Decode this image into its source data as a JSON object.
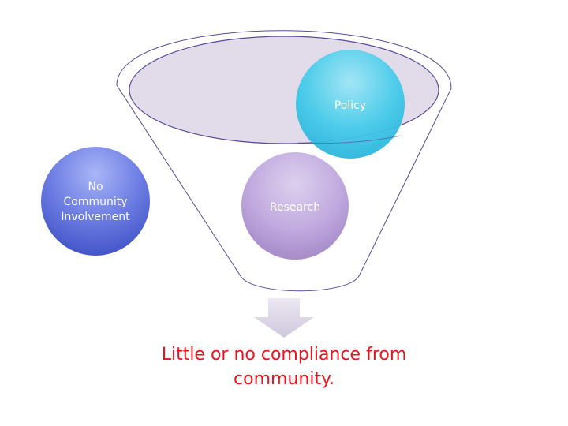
{
  "diagram": {
    "bubbles": {
      "policy": {
        "label": "Policy"
      },
      "research": {
        "label": "Research"
      },
      "no_involvement": {
        "lines": [
          "No",
          "Community",
          "Involvement"
        ]
      }
    },
    "caption": {
      "lines": [
        "Little or no compliance from",
        "community."
      ],
      "color": "#e8141b"
    },
    "colors": {
      "funnel_outline": "#5a4a9a",
      "funnel_rim_fill": "#e2dcea",
      "policy_bubble": "#3fc8e8",
      "research_bubble": "#b59ad3",
      "involvement_bubble": "#5a6ad8",
      "arrow": "#d9d3e3"
    }
  }
}
